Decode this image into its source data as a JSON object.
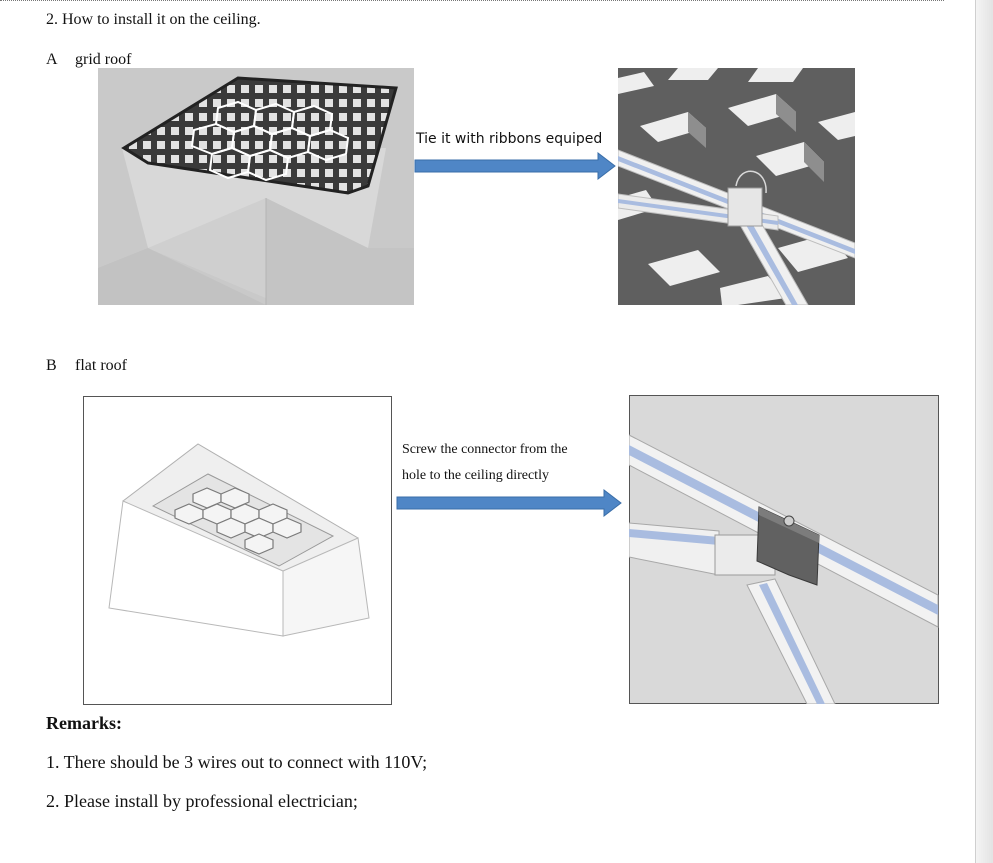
{
  "heading": "2.  How to install it on the ceiling.",
  "section_a": {
    "letter": "A",
    "label": "grid roof",
    "caption": "Tie it with ribbons equiped"
  },
  "section_b": {
    "letter": "B",
    "label": "flat roof",
    "caption_line1": "Screw the connector from the",
    "caption_line2": "hole to the ceiling directly"
  },
  "remarks": {
    "title": "Remarks:",
    "items": [
      "1.  There should be 3 wires out to connect with 110V;",
      "2.  Please install by professional electrician;"
    ]
  },
  "colors": {
    "arrow_fill": "#4f86c6",
    "arrow_stroke": "#3a6ea8",
    "grid_dark": "#3a3a3a",
    "rail_blue": "#a9bce0"
  }
}
